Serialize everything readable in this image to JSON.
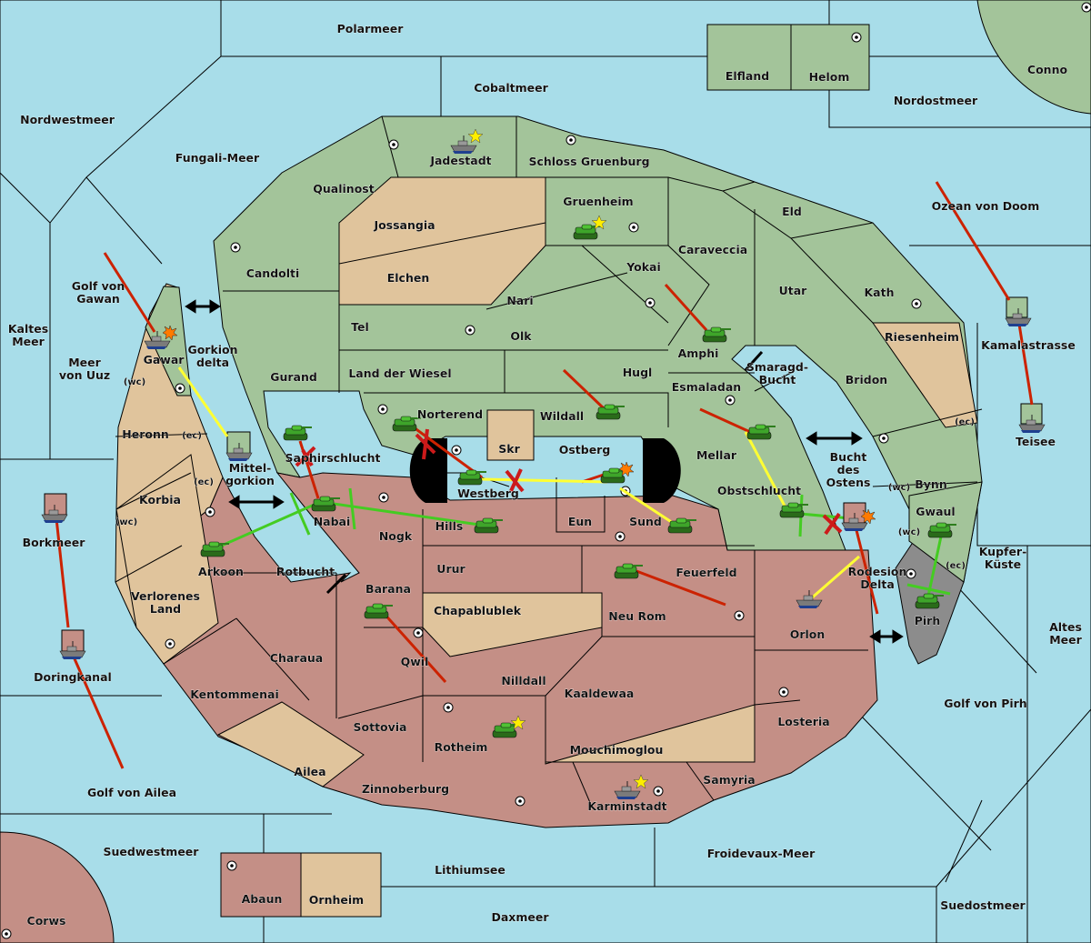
{
  "title": "Diplomacy-style map",
  "colors": {
    "sea": "#a8dde9",
    "green_power": "#a3c49a",
    "red_power": "#c48f86",
    "neutral": "#e0c49c",
    "grey": "#8c8c8c",
    "move_order": "#cc2200",
    "support_order": "#ffff44",
    "convoy_order": "#44cc22",
    "supply_center_star": "#ffee00"
  },
  "seas": [
    {
      "id": "polarmeer",
      "label": "Polarmeer"
    },
    {
      "id": "cobaltmeer",
      "label": "Cobaltmeer"
    },
    {
      "id": "nordwestmeer",
      "label": "Nordwestmeer"
    },
    {
      "id": "fungali-meer",
      "label": "Fungali-Meer"
    },
    {
      "id": "nordostmeer",
      "label": "Nordostmeer"
    },
    {
      "id": "ozean-von-doom",
      "label": "Ozean von Doom"
    },
    {
      "id": "golf-von-gawan",
      "label": "Golf von Gawan"
    },
    {
      "id": "kaltes-meer",
      "label": "Kaltes Meer"
    },
    {
      "id": "meer-von-uuz",
      "label": "Meer von Uuz"
    },
    {
      "id": "gorkion-delta",
      "label": "Gorkion delta"
    },
    {
      "id": "mittel-gorkion",
      "label": "Mittel-gorkion"
    },
    {
      "id": "rotbucht",
      "label": "Rotbucht"
    },
    {
      "id": "smaragd-bucht",
      "label": "Smaragd-Bucht"
    },
    {
      "id": "bucht-des-ostens",
      "label": "Bucht des Ostens"
    },
    {
      "id": "rodesion-delta",
      "label": "Rodesion Delta"
    },
    {
      "id": "kamalastrasse",
      "label": "Kamalastrasse"
    },
    {
      "id": "teisee",
      "label": "Teisee"
    },
    {
      "id": "kupfer-kueste",
      "label": "Kupfer-Küste"
    },
    {
      "id": "altes-meer",
      "label": "Altes Meer"
    },
    {
      "id": "golf-von-pirh",
      "label": "Golf von Pirh"
    },
    {
      "id": "borkmeer",
      "label": "Borkmeer"
    },
    {
      "id": "doringkanal",
      "label": "Doringkanal"
    },
    {
      "id": "golf-von-ailea",
      "label": "Golf von Ailea"
    },
    {
      "id": "suedwestmeer",
      "label": "Suedwestmeer"
    },
    {
      "id": "lithiumsee",
      "label": "Lithiumsee"
    },
    {
      "id": "daxmeer",
      "label": "Daxmeer"
    },
    {
      "id": "froidevaux-meer",
      "label": "Froidevaux-Meer"
    },
    {
      "id": "suedostmeer",
      "label": "Suedostmeer"
    }
  ],
  "lands": {
    "green": [
      "Elfland",
      "Helom",
      "Conno",
      "Jadestadt",
      "Schloss Gruenburg",
      "Qualinost",
      "Gruenheim",
      "Candolti",
      "Eld",
      "Caraveccia",
      "Yokai",
      "Utar",
      "Kath",
      "Nari",
      "Olk",
      "Tel",
      "Amphi",
      "Gurand",
      "Land der Wiesel",
      "Hugl",
      "Esmaladan",
      "Norterend",
      "Wildall",
      "Saphirschlucht",
      "Mellar",
      "Obstschlucht",
      "Bridon",
      "Bynn",
      "Gwaul",
      "Gawar"
    ],
    "red": [
      "Westberg",
      "Ostberg",
      "Eun",
      "Sund",
      "Nabai",
      "Hills",
      "Nogk",
      "Arkoon",
      "Urur",
      "Feuerfeld",
      "Barana",
      "Neu Rom",
      "Orlon",
      "Charaua",
      "Qwil",
      "Nilldall",
      "Kaaldewaa",
      "Kentommenai",
      "Sottovia",
      "Rotheim",
      "Losteria",
      "Zinnoberburg",
      "Karminstadt",
      "Samyria",
      "Abaun",
      "Corws"
    ],
    "neutral": [
      "Jossangia",
      "Elchen",
      "Skr",
      "Riesenheim",
      "Heronn",
      "Korbia",
      "Verlorenes Land",
      "Chapablublek",
      "Mouchimoglou",
      "Ailea",
      "Ornheim"
    ],
    "grey": [
      "Pirh"
    ]
  },
  "coast_tags": {
    "wc": "(wc)",
    "ec": "(ec)"
  },
  "units": [
    {
      "type": "fleet",
      "at": "Jadestadt",
      "power": "green",
      "home_star": true
    },
    {
      "type": "army",
      "at": "Gruenheim",
      "power": "green",
      "home_star": true
    },
    {
      "type": "army",
      "at": "Amphi",
      "power": "green"
    },
    {
      "type": "fleet",
      "at": "Gawar",
      "power": "green",
      "dislodged": true
    },
    {
      "type": "fleet",
      "at": "Mittel-gorkion",
      "power": "green"
    },
    {
      "type": "army",
      "at": "Saphirschlucht",
      "power": "green"
    },
    {
      "type": "army",
      "at": "Norterend",
      "power": "green"
    },
    {
      "type": "army",
      "at": "Wildall",
      "power": "green"
    },
    {
      "type": "army",
      "at": "Mellar",
      "power": "green"
    },
    {
      "type": "army",
      "at": "Obstschlucht",
      "power": "green"
    },
    {
      "type": "army",
      "at": "Gwaul",
      "power": "green"
    },
    {
      "type": "army",
      "at": "Pirh",
      "power": "green"
    },
    {
      "type": "fleet",
      "at": "Kamalastrasse",
      "power": "green"
    },
    {
      "type": "fleet",
      "at": "Teisee",
      "power": "green"
    },
    {
      "type": "army",
      "at": "Nabai",
      "power": "green"
    },
    {
      "type": "army",
      "at": "Westberg",
      "power": "green"
    },
    {
      "type": "army",
      "at": "Ostberg",
      "power": "green",
      "dislodged": true
    },
    {
      "type": "army",
      "at": "Hills",
      "power": "green"
    },
    {
      "type": "army",
      "at": "Sund",
      "power": "green"
    },
    {
      "type": "army",
      "at": "Arkoon",
      "power": "green"
    },
    {
      "type": "army",
      "at": "Barana",
      "power": "green"
    },
    {
      "type": "army",
      "at": "Feuerfeld",
      "power": "green"
    },
    {
      "type": "army",
      "at": "Rotheim",
      "power": "green",
      "home_star": true
    },
    {
      "type": "fleet",
      "at": "Karminstadt",
      "power": "green",
      "home_star": true
    },
    {
      "type": "fleet",
      "at": "Bucht des Ostens",
      "power": "red",
      "dislodged": true
    },
    {
      "type": "fleet",
      "at": "Orlon",
      "power": "green"
    },
    {
      "type": "fleet",
      "at": "Borkmeer",
      "power": "red"
    },
    {
      "type": "fleet",
      "at": "Doringkanal",
      "power": "red"
    }
  ]
}
